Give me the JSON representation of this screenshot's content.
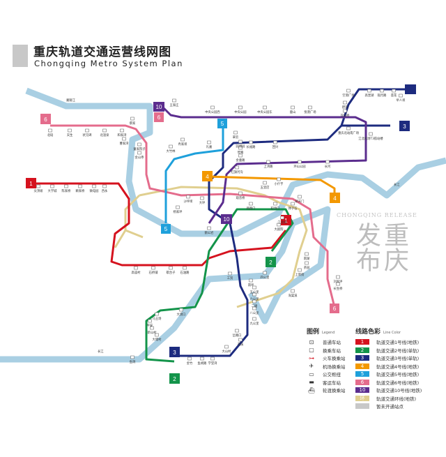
{
  "header": {
    "title_cn": "重庆轨道交通运营线网图",
    "title_en": "Chongqing Metro System Plan"
  },
  "rivers": {
    "jialing": "嘉陵江",
    "yangtze": "长江",
    "color": "#a9cfe3"
  },
  "lines": [
    {
      "id": "1",
      "color": "#d5121e"
    },
    {
      "id": "2",
      "color": "#13944a"
    },
    {
      "id": "3",
      "color": "#1d2b7f"
    },
    {
      "id": "4",
      "color": "#f39800"
    },
    {
      "id": "5",
      "color": "#1ea0db"
    },
    {
      "id": "6",
      "color": "#e46c8c"
    },
    {
      "id": "10",
      "color": "#5b2d8e"
    },
    {
      "id": "环",
      "color": "#e0cf8f"
    }
  ],
  "stations": {
    "line6_west": [
      "北碚",
      "天生",
      "状元碑",
      "北温泉",
      "和家湾",
      "蔡家",
      "曹家湾",
      "童家院子",
      "金山寺"
    ],
    "line3_north": [
      "空港广场",
      "高堡湖",
      "观月路",
      "莲花",
      "举人坝",
      "碧津",
      "双凤桥"
    ],
    "line10_north": [
      "中央公园西",
      "中央公园",
      "中央公园东",
      "鹿山",
      "悦港广场",
      "王家庄"
    ],
    "line3_mid": [
      "翠云",
      "长福路",
      "回兴",
      "园博园",
      "鸳鸯",
      "金童路",
      "上湾路",
      "环山公园",
      "长河",
      "江北机场T3航站楼",
      "重庆北站南广场"
    ],
    "center": [
      "礼嘉",
      "冉家坝",
      "大竹林",
      "红旗河沟",
      "观音桥",
      "五里店",
      "小什字",
      "较场口",
      "两路口",
      "大坪",
      "沙坪坝",
      "杨家坪",
      "鹅公岩",
      "弹子石",
      "大剧院",
      "江北城"
    ],
    "south": [
      "马王场",
      "平安",
      "大渡口",
      "新山村",
      "大堰村",
      "鱼洞",
      "金竹",
      "鱼胡路",
      "学堂湾",
      "大山村",
      "花溪",
      "岔路口",
      "九公里",
      "八公里",
      "二塘",
      "六公里",
      "五公里",
      "南坪",
      "工贸",
      "四公里"
    ],
    "line1_west": [
      "尖顶坡",
      "大学城",
      "陈家桥",
      "赖家桥",
      "微电园",
      "西永",
      "高庙村",
      "石桥铺",
      "歇台子",
      "石油路"
    ],
    "east": [
      "刘家坪",
      "长生桥",
      "茶园",
      "上新街",
      "南湖",
      "海棠溪",
      "朝天门"
    ]
  },
  "legend": {
    "title": "图例",
    "title_en": "Legend",
    "items": [
      {
        "icon": "station-icon",
        "label": "普通车站"
      },
      {
        "icon": "transfer-station-icon",
        "label": "换乘车站"
      },
      {
        "icon": "train-icon",
        "label": "火车换乘站"
      },
      {
        "icon": "airplane-icon",
        "label": "机场换乘站"
      },
      {
        "icon": "bus-icon",
        "label": "公交枢纽"
      },
      {
        "icon": "coach-icon",
        "label": "客运车站"
      },
      {
        "icon": "ferry-icon",
        "label": "轮渡换乘站"
      }
    ],
    "colors_title": "线路色彩",
    "colors_title_en": "Line Color",
    "color_items": [
      {
        "badge": "1",
        "color": "#d5121e",
        "label": "轨道交通1号线(地铁)"
      },
      {
        "badge": "2",
        "color": "#13944a",
        "label": "轨道交通2号线(单轨)"
      },
      {
        "badge": "3",
        "color": "#1d2b7f",
        "label": "轨道交通3号线(单轨)"
      },
      {
        "badge": "4",
        "color": "#f39800",
        "label": "轨道交通4号线(地铁)"
      },
      {
        "badge": "5",
        "color": "#1ea0db",
        "label": "轨道交通5号线(地铁)"
      },
      {
        "badge": "6",
        "color": "#e46c8c",
        "label": "轨道交通6号线(地铁)"
      },
      {
        "badge": "10",
        "color": "#5b2d8e",
        "label": "轨道交通10号线(地铁)"
      },
      {
        "badge": "环",
        "color": "#e0cf8f",
        "label": "轨道交通环线(地铁)"
      },
      {
        "badge": "",
        "color": "#c8c8c8",
        "label": "暂未开通站点"
      }
    ]
  },
  "watermark": {
    "cn": "重庆发布",
    "en": "CHONGQING RELEASE"
  }
}
